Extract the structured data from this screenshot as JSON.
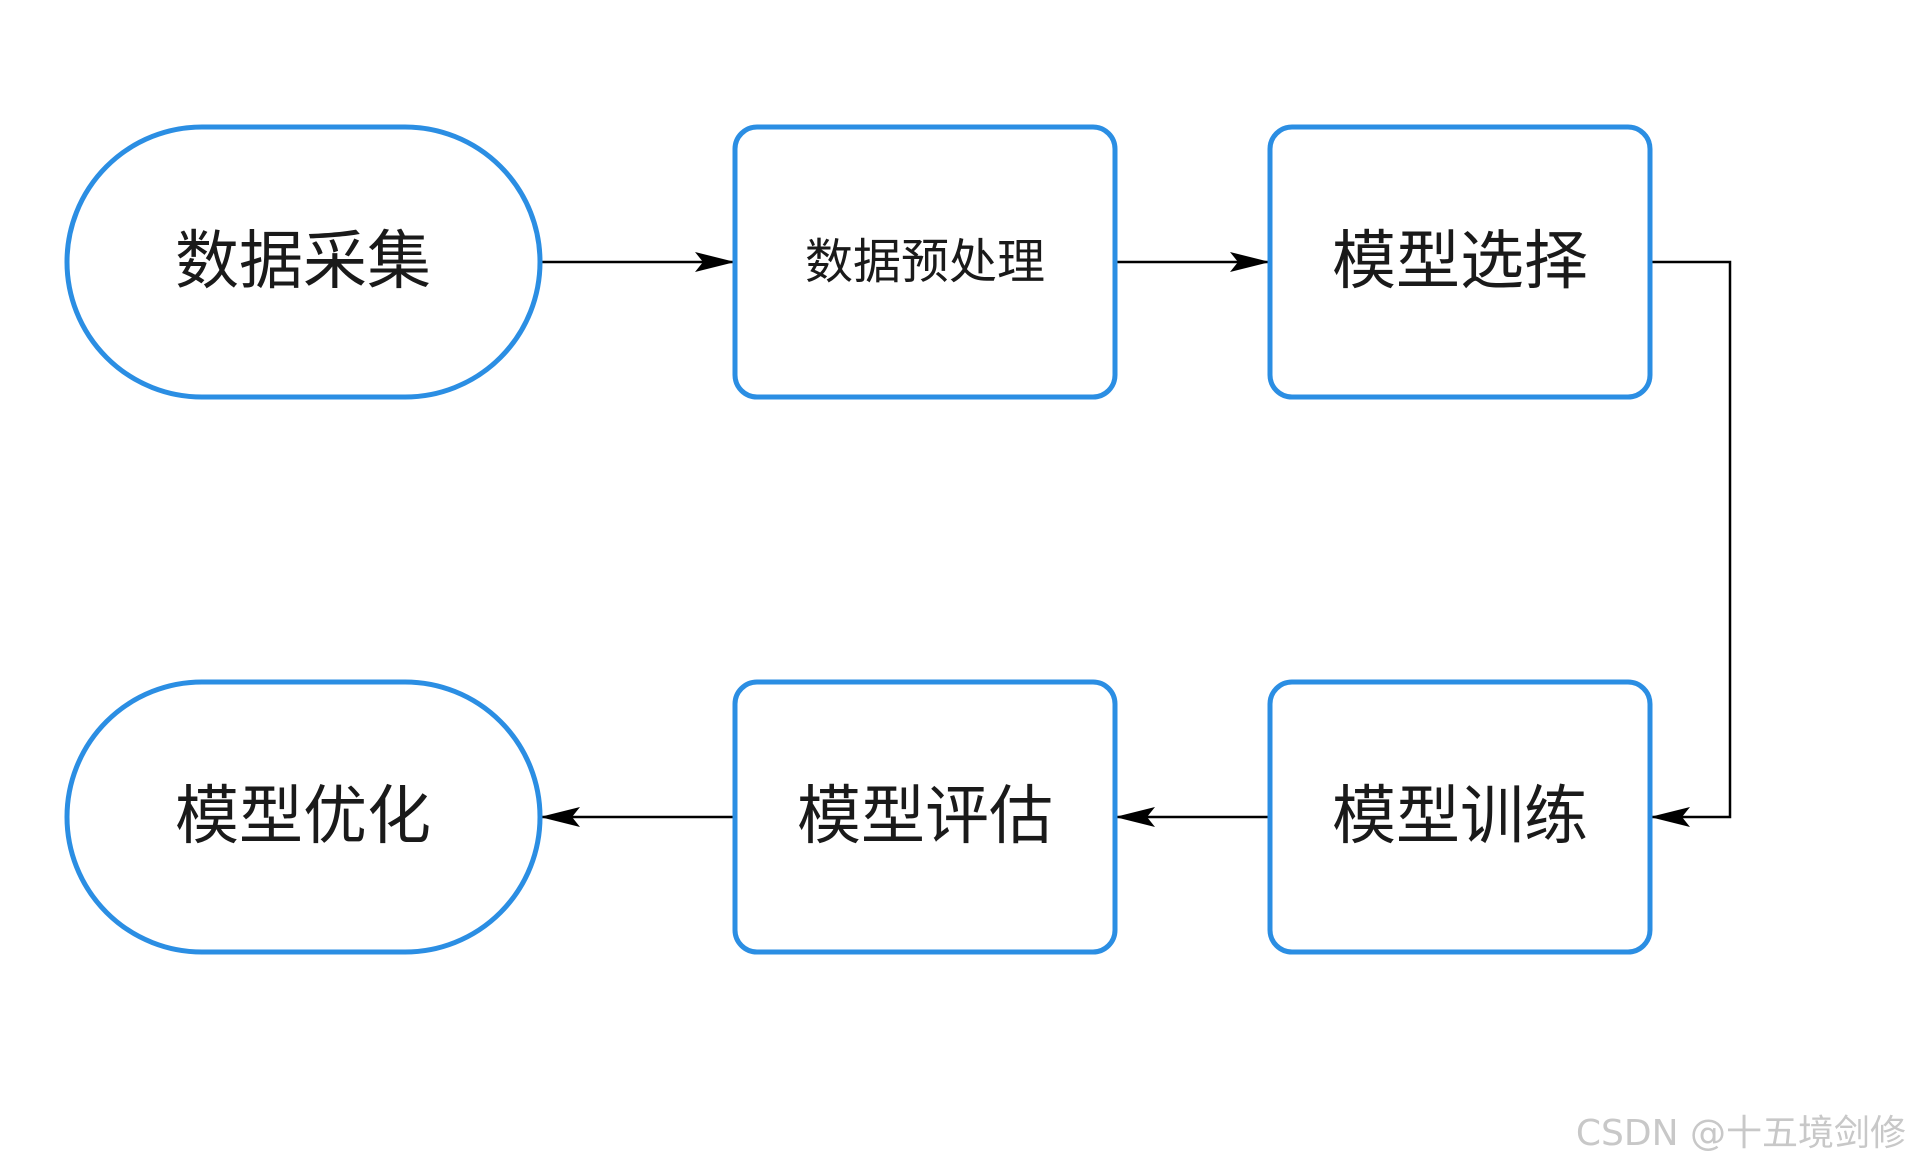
{
  "nodes": [
    {
      "id": "collect",
      "label": "数据采集",
      "shape": "stadium"
    },
    {
      "id": "preprocess",
      "label": "数据预处理",
      "shape": "rounded-rect"
    },
    {
      "id": "select",
      "label": "模型选择",
      "shape": "rounded-rect"
    },
    {
      "id": "train",
      "label": "模型训练",
      "shape": "rounded-rect"
    },
    {
      "id": "evaluate",
      "label": "模型评估",
      "shape": "rounded-rect"
    },
    {
      "id": "optimize",
      "label": "模型优化",
      "shape": "stadium"
    }
  ],
  "edges": [
    {
      "from": "collect",
      "to": "preprocess"
    },
    {
      "from": "preprocess",
      "to": "select"
    },
    {
      "from": "select",
      "to": "train"
    },
    {
      "from": "train",
      "to": "evaluate"
    },
    {
      "from": "evaluate",
      "to": "optimize"
    }
  ],
  "colors": {
    "node_border": "#2b8ee3",
    "edge": "#000000",
    "text": "#1a1a1a",
    "watermark": "#c8c8c8"
  },
  "watermark": "CSDN @十五境剑修"
}
